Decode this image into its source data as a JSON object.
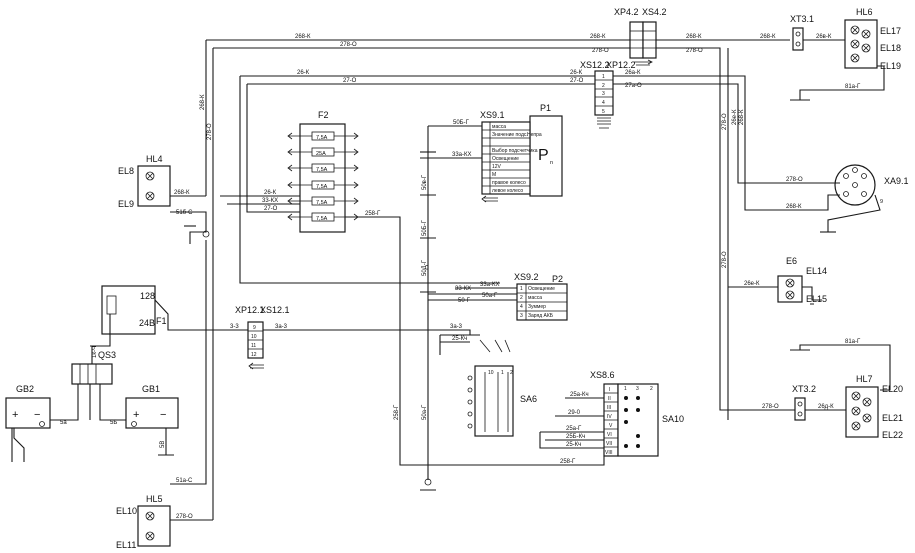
{
  "components": {
    "xp42": "XP4.2",
    "xs42": "XS4.2",
    "xs122": "XS12.2",
    "xp122": "XP12.2",
    "xt31": "XT3.1",
    "hl6": "HL6",
    "el17": "EL17",
    "el18": "EL18",
    "el19": "EL19",
    "f2": "F2",
    "xs91": "XS9.1",
    "p1": "P1",
    "p1_symbol": "P",
    "p1_sub": "n",
    "hl4": "HL4",
    "el8": "EL8",
    "el9": "EL9",
    "xa91": "XA9.1",
    "xa91_pin": "9",
    "e6": "E6",
    "el14": "EL14",
    "el15": "EL15",
    "xs92": "XS9.2",
    "p2": "P2",
    "f1": "F1",
    "f1_a": "128",
    "f1_b": "24В",
    "xp121": "XP12.1",
    "xs121": "XS12.1",
    "qs3": "QS3",
    "gb2": "GB2",
    "gb1": "GB1",
    "sa6": "SA6",
    "xs86": "XS8.6",
    "sa10": "SA10",
    "hl7": "HL7",
    "xt32": "XT3.2",
    "el20": "EL20",
    "el21": "EL21",
    "el22": "EL22",
    "hl5": "HL5",
    "el10": "EL10",
    "el11": "EL11"
  },
  "wires": {
    "w268k": "268-К",
    "w278o": "278-О",
    "w26k": "26-К",
    "w27o": "27-О",
    "w268k_v": "268-К",
    "w278o_v": "278-О",
    "w26k_2": "26-К",
    "w27o_2": "27-О",
    "w26ak": "26а-К",
    "w27ao": "27а-О",
    "w26vk": "26в-К",
    "w81ag": "81а-Г",
    "w278o_r": "278-О",
    "w268k_r": "268-К",
    "w278o_r2": "278-О",
    "w26ak_r": "26в-К",
    "w26ek": "26е-К",
    "w81ag_2": "81а-Г",
    "w278o_r3": "278-О",
    "w26dk": "26д-К",
    "w50bg": "50Б-Г",
    "w33akh": "33а-КХ",
    "w50vg": "50в-Г",
    "w50bg_v": "50Б-Г",
    "w50dg": "50Д-Г",
    "w268k_f": "268-К",
    "w26k_f": "26-К",
    "w33kh_f": "33-КХ",
    "w27o_f": "27-О",
    "w258g": "258-Г",
    "w51bs": "51б-С",
    "w33akh_2": "33а-КХ",
    "w33kh": "33-КХ",
    "w50ag": "50а-Г",
    "w50g": "50-Г",
    "w3_3": "3-3",
    "w3a_3": "3а-3",
    "w3a_3b": "3а-3",
    "w25kch": "25-Кч",
    "w25akch": "25а-Кч",
    "w29_0": "29-0",
    "w25vg": "25а-Г",
    "w25bkch": "25Б-Кч",
    "w25kch_2": "25-Кч",
    "w258g_2": "258-Г",
    "w258g_v": "258-Г",
    "w50g_v": "50а-Г",
    "w51ac": "51а-С",
    "w278o_b": "278-О",
    "w5a": "5а",
    "w5b": "5Б",
    "w5v": "5В",
    "w1k": "1к-Ч"
  },
  "fuses": {
    "f1": "7,5А",
    "f2": "25А",
    "f3": "7,5А",
    "f4": "7,5А",
    "f5": "7,5А",
    "f6": "7,5А"
  },
  "p1_pins": {
    "p1": "масса",
    "p2": "Значение подс.",
    "p2b": "Непра",
    "p3": "",
    "p4": "Выбор подсчетчика",
    "p5": "Освещение",
    "p6": "12V",
    "p7": "М",
    "p8": "правое колесо",
    "p9": "левое колесо"
  },
  "p2_pins": {
    "p1": "Освещение",
    "p2": "масса",
    "p3": "Зуммер",
    "p4": "Заряд АКБ"
  },
  "connector_pins": {
    "xp122_1": "1",
    "xp122_2": "2",
    "xp122_3": "3",
    "xp122_4": "4",
    "xp122_5": "5",
    "xp121_9": "9",
    "xp121_10": "10",
    "xp121_11": "11",
    "xp121_12": "12"
  },
  "xs86_pins": {
    "p1": "I",
    "p2": "II",
    "p3": "III",
    "p4": "IV",
    "p5": "V",
    "p6": "VI",
    "p7": "VII",
    "p8": "VIII",
    "c1": "1",
    "c2": "3",
    "c3": "2"
  }
}
